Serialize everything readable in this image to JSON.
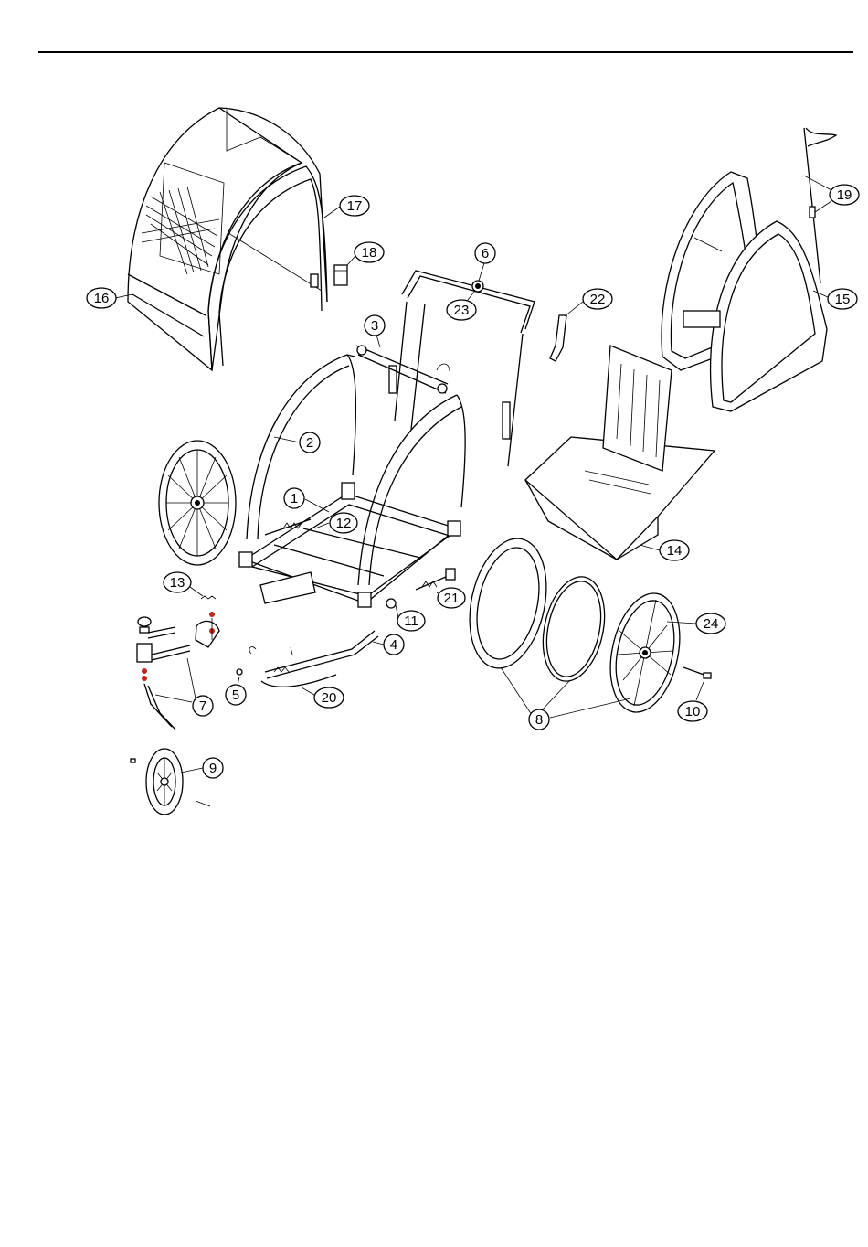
{
  "parts": [
    {
      "label": "1"
    },
    {
      "label": "2"
    },
    {
      "label": "3"
    },
    {
      "label": "4"
    },
    {
      "label": "5"
    },
    {
      "label": "6"
    },
    {
      "label": "7"
    },
    {
      "label": "8"
    },
    {
      "label": "9"
    },
    {
      "label": "10"
    },
    {
      "label": "11"
    },
    {
      "label": "12"
    },
    {
      "label": "13"
    },
    {
      "label": "14"
    },
    {
      "label": "15"
    },
    {
      "label": "16"
    },
    {
      "label": "17"
    },
    {
      "label": "18"
    },
    {
      "label": "19"
    },
    {
      "label": "20"
    },
    {
      "label": "21"
    },
    {
      "label": "22"
    },
    {
      "label": "23"
    },
    {
      "label": "24"
    }
  ],
  "colors": {
    "line": "#000000",
    "accent": "#c0261e",
    "background": "#ffffff"
  }
}
